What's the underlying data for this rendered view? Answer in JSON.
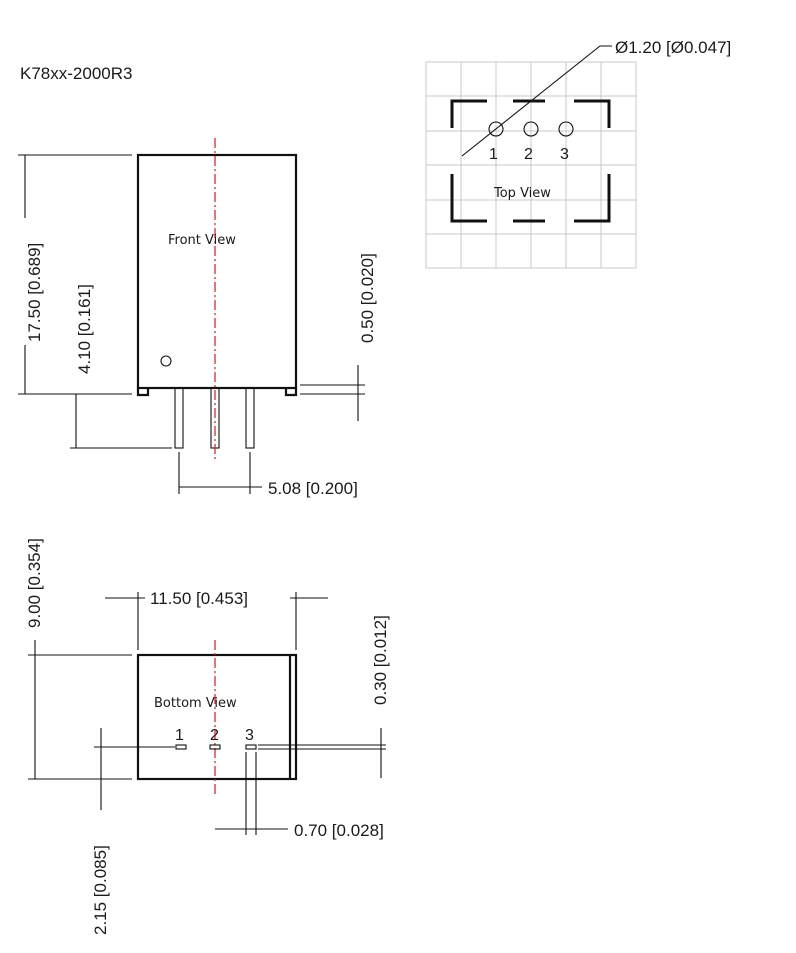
{
  "title": "K78xx-2000R3",
  "views": {
    "front": "Front View",
    "top": "Top View",
    "bottom": "Bottom View"
  },
  "pins": [
    "1",
    "2",
    "3"
  ],
  "dimensions": {
    "height": "17.50 [0.689]",
    "pin_length": "4.10 [0.161]",
    "standoff": "0.50 [0.020]",
    "pin_pitch": "5.08 [0.200]",
    "pin_diameter": "Ø1.20 [Ø0.047]",
    "width": "11.50 [0.453]",
    "depth": "9.00 [0.354]",
    "pin_offset": "2.15 [0.085]",
    "pin_thickness": "0.30 [0.012]",
    "pin_width": "0.70 [0.028]"
  }
}
